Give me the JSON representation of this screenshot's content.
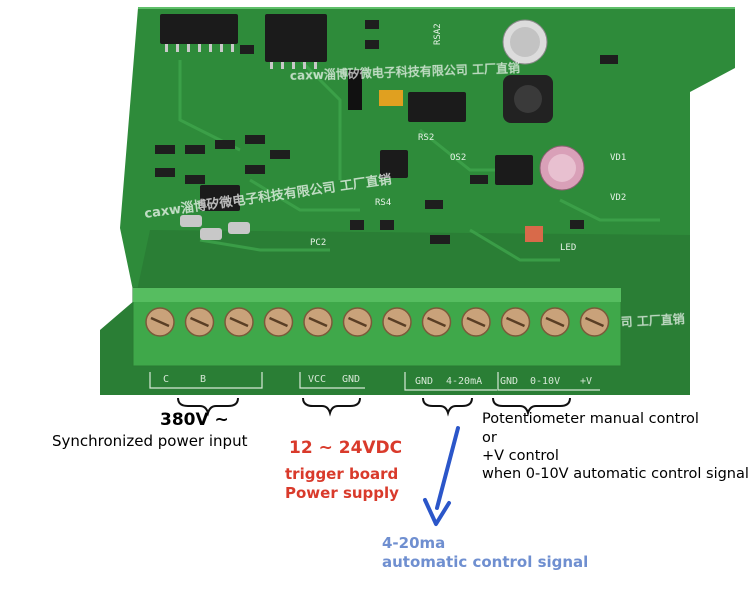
{
  "board": {
    "colors": {
      "pcb": "#2e8b3a",
      "pcb_dark": "#1f6e2a",
      "terminal": "#3fa84a",
      "silkscreen": "#e6f2e6",
      "arrow": "#2b56c9"
    },
    "silkscreen_terminal_labels": [
      "C",
      "B",
      "VCC",
      "GND",
      "GND",
      "4-20mA",
      "GND",
      "0-10V",
      "+V"
    ],
    "silkscreen_parts": [
      "RSA2",
      "OS2",
      "LED",
      "VD1",
      "VD2",
      "PC2",
      "RS4",
      "RS2"
    ],
    "watermark_text": "caxw淄博矽微电子科技有限公司 工厂直销"
  },
  "annotations": {
    "power_voltage": "380V ~",
    "power_desc": "Synchronized power input",
    "supply_voltage": "12 ~ 24VDC",
    "supply_desc_line1": "trigger board",
    "supply_desc_line2": "Power supply",
    "control_line1": "Potentiometer manual control",
    "control_line2": "or",
    "control_line3": "+V control",
    "control_line4": "when 0-10V automatic control signal",
    "ma_line1": "4-20ma",
    "ma_line2": "automatic control signal"
  }
}
